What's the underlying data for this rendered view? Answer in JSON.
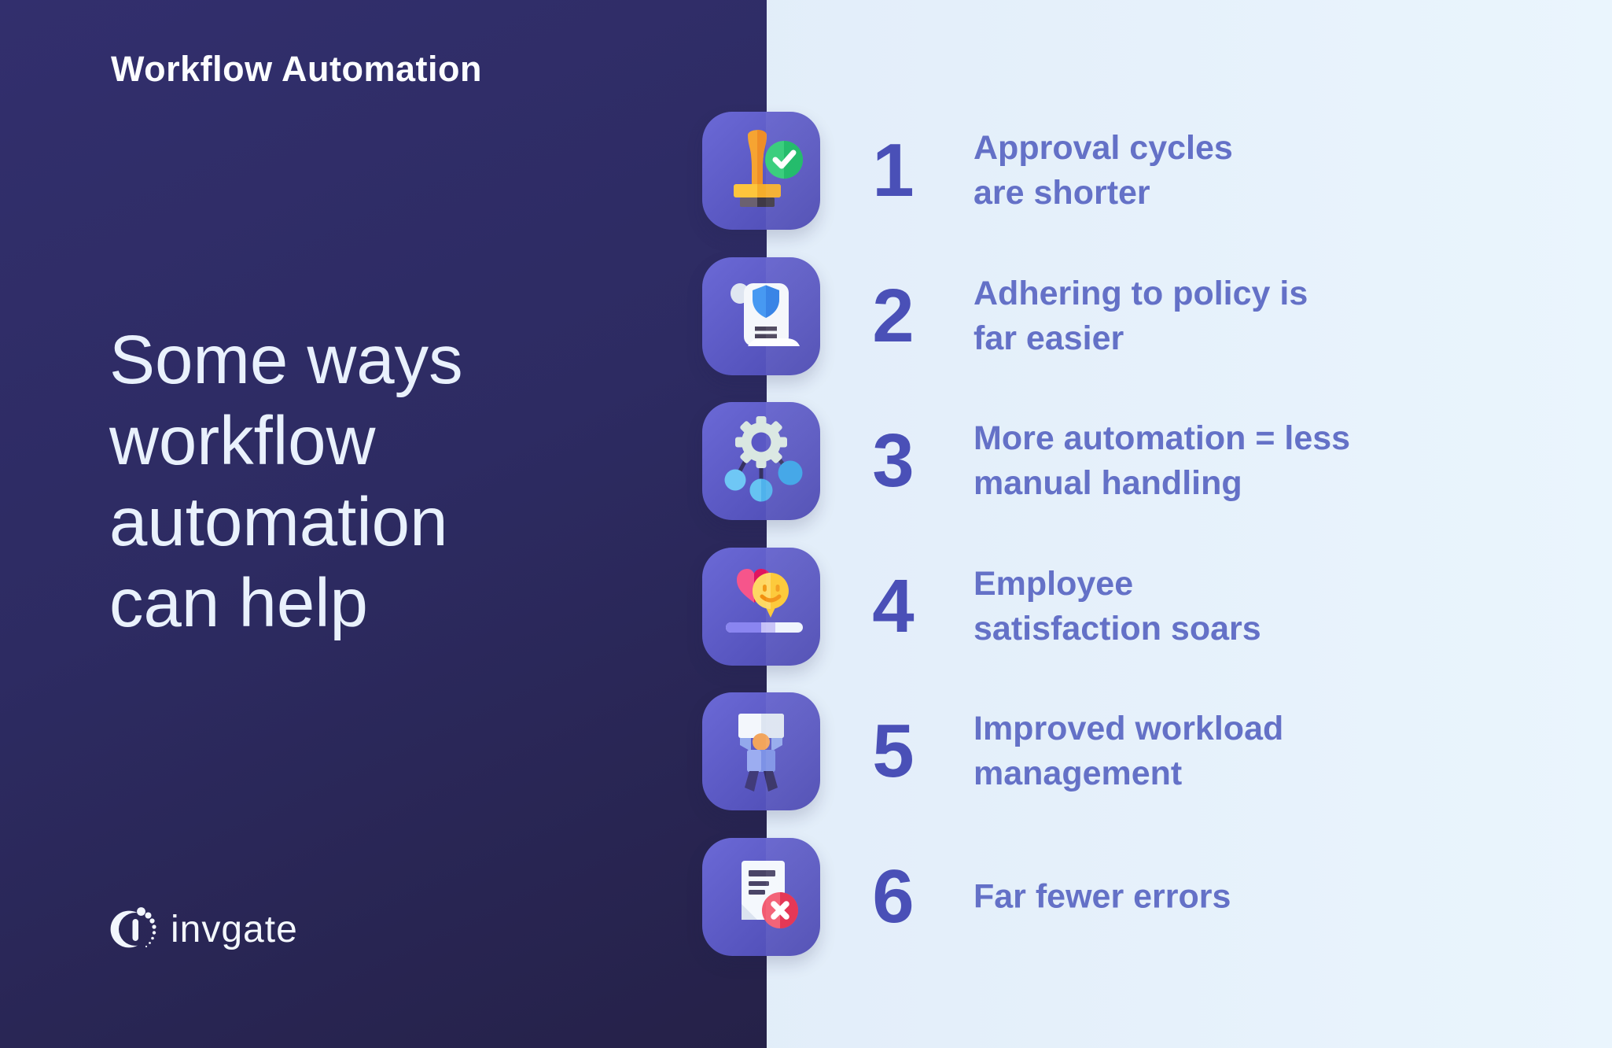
{
  "colors": {
    "navy_panel": "#2d2b62",
    "navy_panel_dark": "#252148",
    "light_bg_left": "#d5e4f3",
    "light_bg_right": "#eaf5fd",
    "tile_purple_light": "#6b69d6",
    "tile_purple_dark": "#4c4ab2",
    "number_text": "#4a50b7",
    "label_text": "#6471c7",
    "headline_text": "#e9f1fc",
    "white": "#ffffff",
    "check_green": "#2fcb76",
    "error_red": "#e32c4c",
    "balloon_yellow": "#fdc730",
    "heart_pink": "#ec2365",
    "shield_blue": "#4799f2",
    "node_blue": "#4fb2ec",
    "stamp_orange": "#f6a432"
  },
  "left_panel": {
    "kicker": "Workflow Automation",
    "headline": "Some ways\nworkflow\nautomation\ncan help",
    "brand": "invgate"
  },
  "items": [
    {
      "num": "1",
      "label": "Approval cycles\nare shorter",
      "icon": "approval-stamp-icon"
    },
    {
      "num": "2",
      "label": "Adhering to policy is\nfar easier",
      "icon": "policy-scroll-icon"
    },
    {
      "num": "3",
      "label": "More automation = less\nmanual handling",
      "icon": "automation-gear-icon"
    },
    {
      "num": "4",
      "label": "Employee\nsatisfaction soars",
      "icon": "satisfaction-heart-icon"
    },
    {
      "num": "5",
      "label": "Improved workload\nmanagement",
      "icon": "workload-person-icon"
    },
    {
      "num": "6",
      "label": "Far fewer errors",
      "icon": "error-document-icon"
    }
  ]
}
